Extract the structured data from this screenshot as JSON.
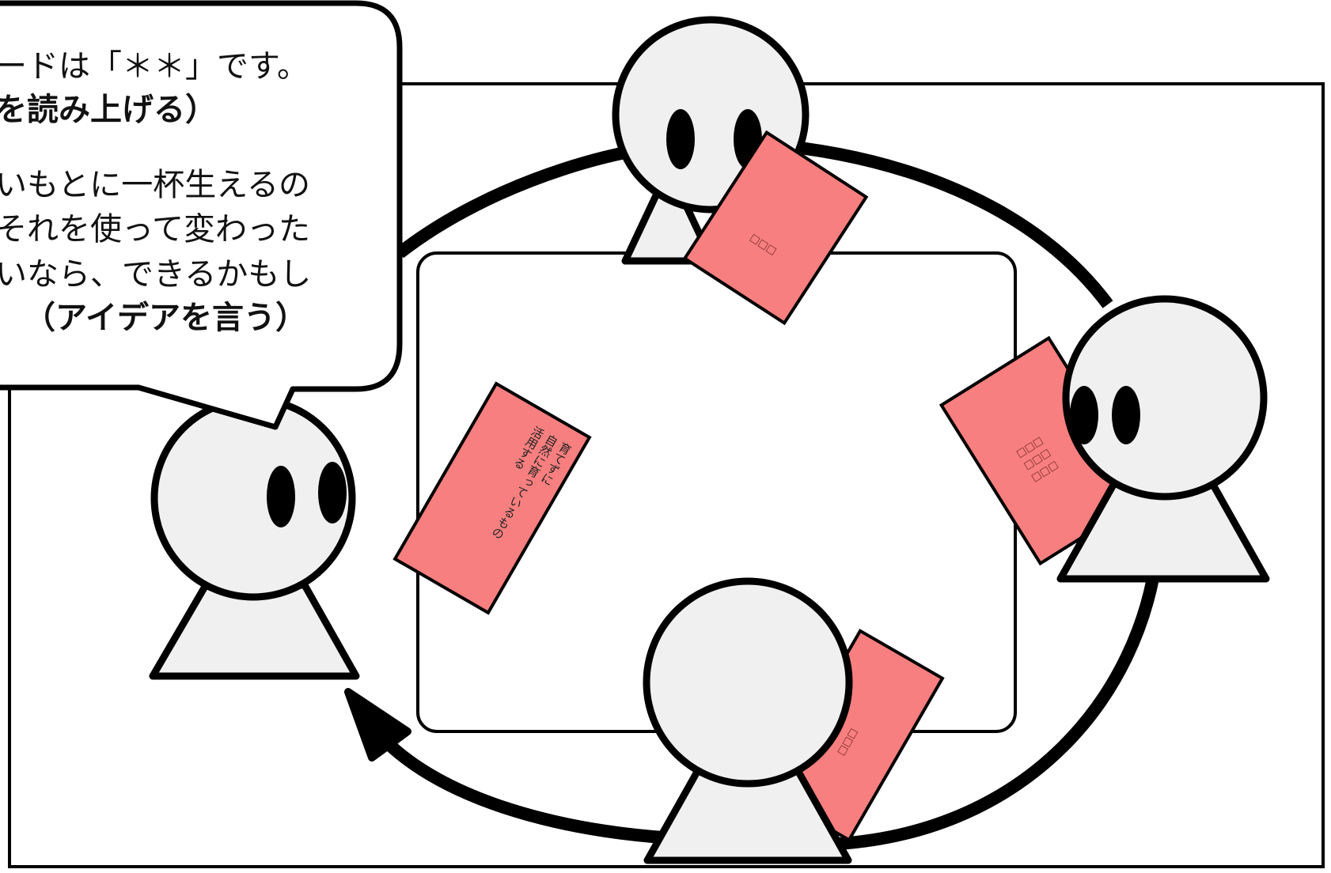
{
  "speech_bubble": {
    "line1": "ードは「＊＊」です。",
    "line2": "を読み上げる）",
    "line3": "いもとに一杯生えるの",
    "line4": "それを使って変わった",
    "line5": "いなら、できるかもし",
    "line6": "（アイデアを言う）"
  },
  "table_card": {
    "line1": "育てずに",
    "line2": "自然に育っているもの",
    "line3": "活用する"
  },
  "hidden_card_glyph": "□□□",
  "colors": {
    "card": "#f87f7f",
    "person": "#f0f0f0",
    "outline": "#000000"
  }
}
